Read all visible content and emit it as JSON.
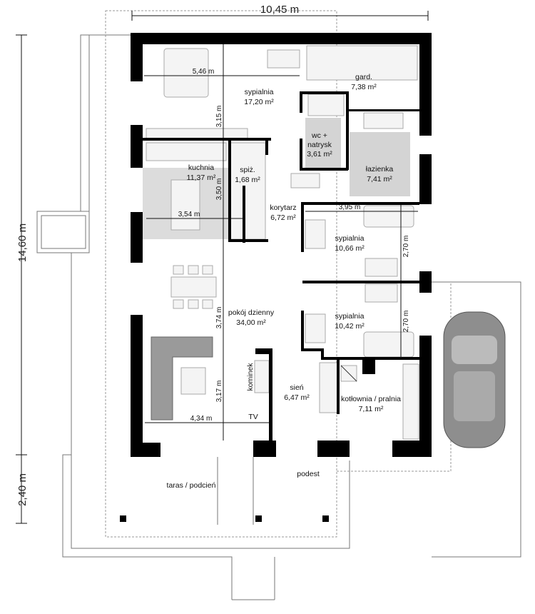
{
  "dimensions": {
    "total_width": "10,45 m",
    "total_depth": "14,60 m",
    "terrace_depth": "2,40 m",
    "bedroom_width": "5,46 m",
    "bedroom_depth": "3,15 m",
    "kitchen_width": "3,54 m",
    "kitchen_depth": "3,50 m",
    "bedroom2_width": "3,95 m",
    "bedroom2_depth": "2,70 m",
    "bedroom3_depth": "2,70 m",
    "living_depth_1": "3,74 m",
    "living_depth_2": "3,17 m",
    "living_width": "4,34 m"
  },
  "rooms": [
    {
      "name": "sypialnia",
      "area": "17,20 m²"
    },
    {
      "name": "gard.",
      "area": "7,38 m²"
    },
    {
      "name": "wc + natrysk",
      "name_line1": "wc +",
      "name_line2": "natrysk",
      "area": "3,61 m²"
    },
    {
      "name": "kuchnia",
      "area": "11,37 m²"
    },
    {
      "name": "spiż.",
      "area": "1,68 m²"
    },
    {
      "name": "łazienka",
      "area": "7,41 m²"
    },
    {
      "name": "korytarz",
      "area": "6,72 m²"
    },
    {
      "name": "sypialnia",
      "area": "10,66 m²"
    },
    {
      "name": "sypialnia",
      "area": "10,42 m²"
    },
    {
      "name": "pokój dzienny",
      "area": "34,00 m²"
    },
    {
      "name": "sień",
      "area": "6,47 m²"
    },
    {
      "name": "kotłownia / pralnia",
      "area": "7,11 m²"
    }
  ],
  "labels": {
    "fireplace": "kominek",
    "tv": "TV",
    "entrance": "podest",
    "terrace": "taras / podcień"
  },
  "colors": {
    "wall": "#000000",
    "tiled_floor": "#d9d9d9",
    "sofa": "#9a9a9a"
  }
}
